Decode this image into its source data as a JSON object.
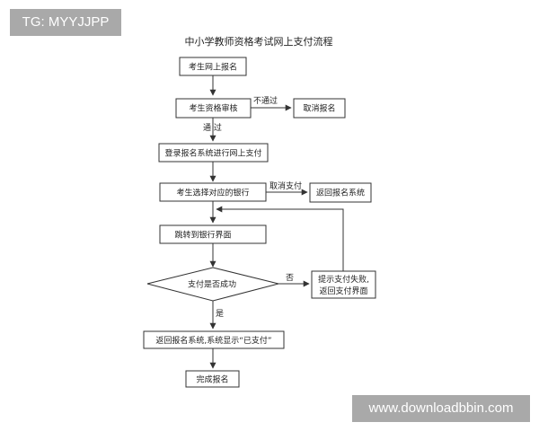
{
  "watermark_top": "TG: MYYJJPP",
  "watermark_bottom": "www.downloadbbin.com",
  "title": "中小学教师资格考试网上支付流程",
  "nodes": {
    "register": "考生网上报名",
    "review": "考生资格审核",
    "cancel": "取消报名",
    "login_pay": "登录报名系统进行网上支付",
    "choose_bank": "考生选择对应的银行",
    "return_system": "返回报名系统",
    "bank_page": "跳转到银行界面",
    "pay_success": "支付是否成功",
    "fail_line1": "提示支付失败,",
    "fail_line2": "返回支付界面",
    "return_paid": "返回报名系统,系统显示“已支付”",
    "complete": "完成报名"
  },
  "edge_labels": {
    "not_passed": "不通过",
    "passed": "通  过",
    "cancel_pay": "取消支付",
    "no": "否",
    "yes": "是"
  }
}
